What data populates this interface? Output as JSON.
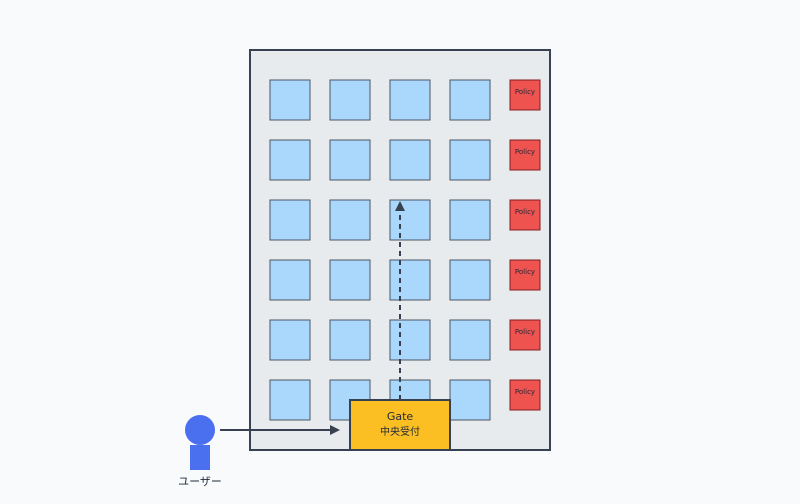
{
  "building": {
    "rows": 6,
    "room_columns": 4,
    "policy_label": "Policy",
    "colors": {
      "building_fill": "#e8ebee",
      "building_stroke": "#374151",
      "room_fill": "#aad8fc",
      "room_stroke": "#4b5563",
      "policy_fill": "#ef5350",
      "policy_stroke": "#7f1d1d"
    }
  },
  "gate": {
    "title": "Gate",
    "subtitle": "中央受付",
    "color": "#fbbf24",
    "stroke": "#374151"
  },
  "user": {
    "label": "ユーザー",
    "color": "#4a70ef"
  },
  "arrows": {
    "color": "#374151"
  }
}
